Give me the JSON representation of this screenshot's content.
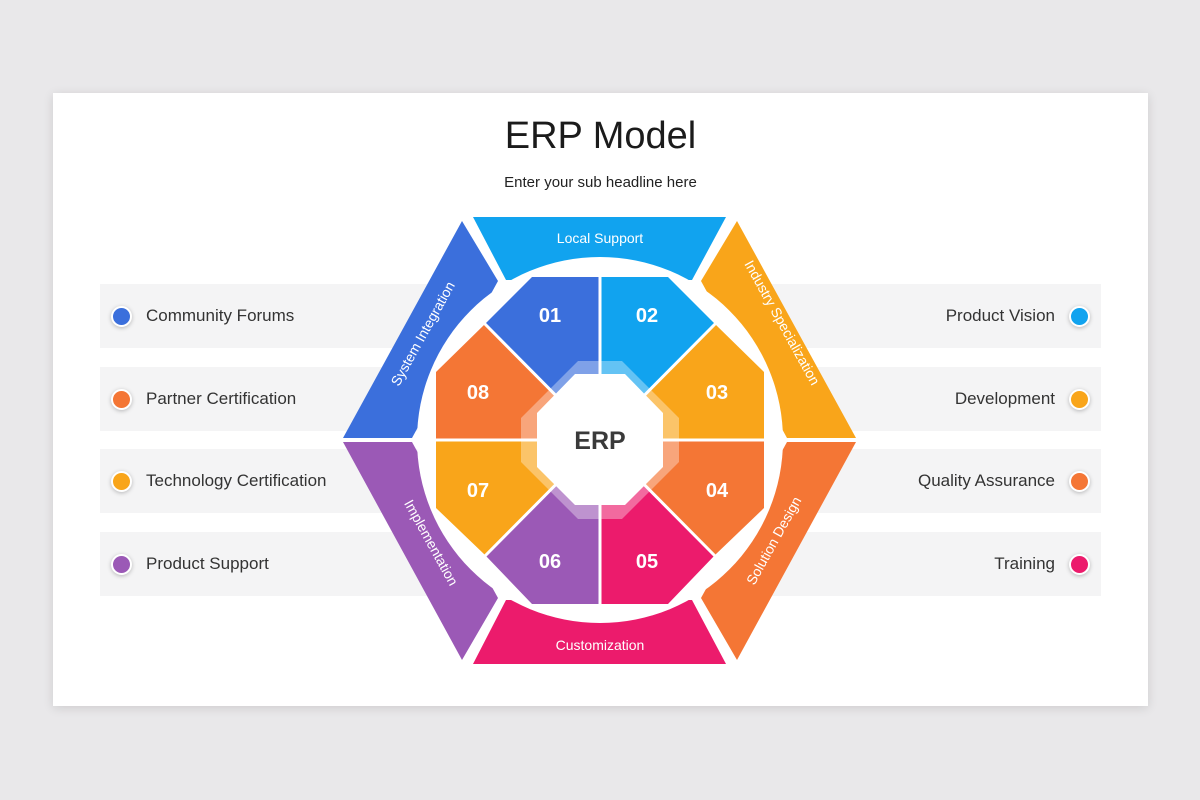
{
  "header": {
    "title": "ERP Model",
    "subtitle": "Enter your sub headline here"
  },
  "left_items": [
    {
      "label": "Community Forums",
      "color": "#3b6fdc"
    },
    {
      "label": "Partner Certification",
      "color": "#f47635"
    },
    {
      "label": "Technology Certification",
      "color": "#f9a51a"
    },
    {
      "label": "Product Support",
      "color": "#9b59b6"
    }
  ],
  "right_items": [
    {
      "label": "Product Vision",
      "color": "#11a3ef"
    },
    {
      "label": "Development",
      "color": "#f9a51a"
    },
    {
      "label": "Quality Assurance",
      "color": "#f47635"
    },
    {
      "label": "Training",
      "color": "#ec1b6c"
    }
  ],
  "outer_segments": [
    {
      "label": "Local Support",
      "color": "#11a3ef"
    },
    {
      "label": "Industry Specialization",
      "color": "#f9a51a"
    },
    {
      "label": "Solution Design",
      "color": "#f47635"
    },
    {
      "label": "Customization",
      "color": "#ec1b6c"
    },
    {
      "label": "Implementation",
      "color": "#9b59b6"
    },
    {
      "label": "System Integration",
      "color": "#3b6fdc"
    }
  ],
  "inner_segments": [
    {
      "number": "01",
      "color": "#3b6fdc"
    },
    {
      "number": "02",
      "color": "#11a3ef"
    },
    {
      "number": "03",
      "color": "#f9a51a"
    },
    {
      "number": "04",
      "color": "#f47635"
    },
    {
      "number": "05",
      "color": "#ec1b6c"
    },
    {
      "number": "06",
      "color": "#9b59b6"
    },
    {
      "number": "07",
      "color": "#f9a51a"
    },
    {
      "number": "08",
      "color": "#f47635"
    }
  ],
  "center": {
    "label": "ERP"
  }
}
